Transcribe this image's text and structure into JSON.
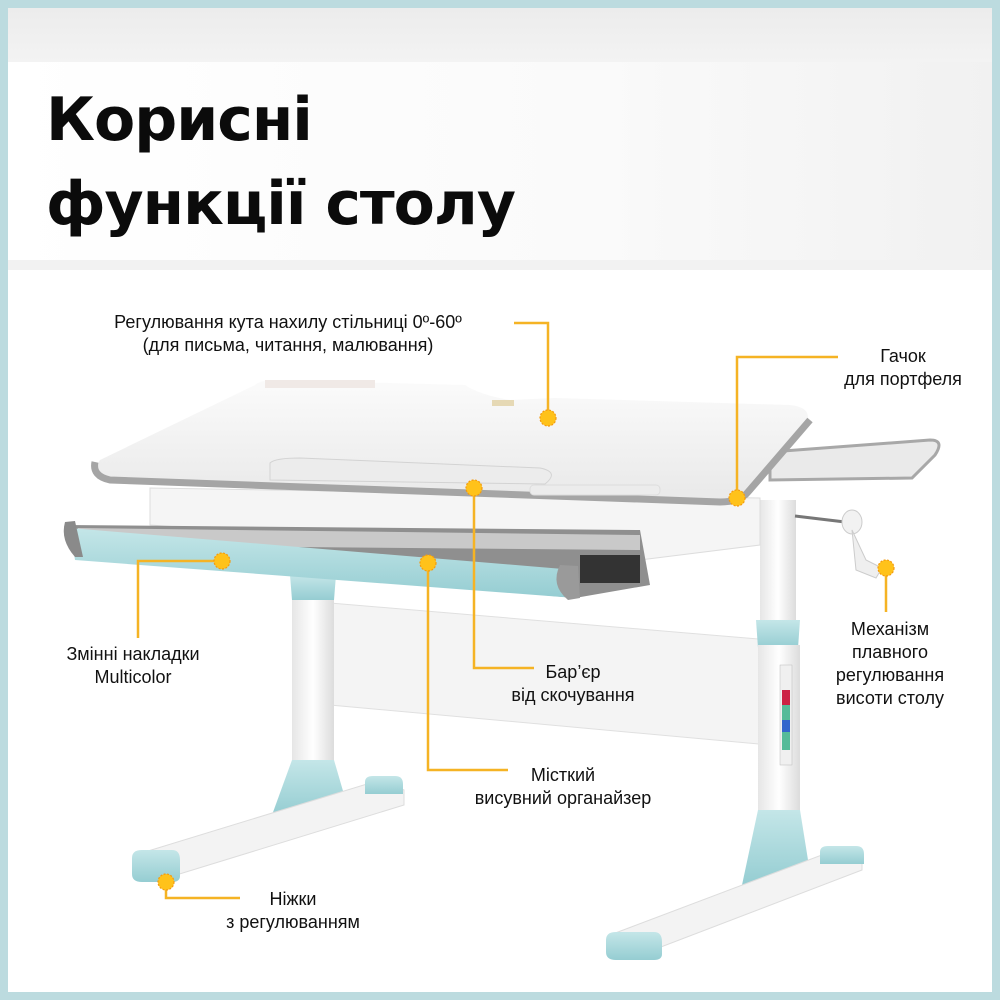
{
  "title": {
    "line1": "Корисні",
    "line2": "функції столу"
  },
  "callouts": {
    "tilt": {
      "line1": "Регулювання кута нахилу стільниці 0º-60º",
      "line2": "(для письма, читання, малювання)"
    },
    "hook": {
      "line1": "Гачок",
      "line2": "для портфеля"
    },
    "height_mechanism": {
      "line1": "Механізм",
      "line2": "плавного",
      "line3": "регулювання",
      "line4": "висоти столу"
    },
    "overlays": {
      "line1": "Змінні накладки",
      "line2": "Multicolor"
    },
    "barrier": {
      "line1": "Бар’єр",
      "line2": "від скочування"
    },
    "organizer": {
      "line1": "Місткий",
      "line2": "висувний органайзер"
    },
    "feet": {
      "line1": "Ніжки",
      "line2": "з регулюванням"
    }
  },
  "colors": {
    "border": "#bcdbdf",
    "accent_line": "#f5b324",
    "marker": "#ffc21a",
    "desk_blue": "#a9d9dd",
    "desk_grey": "#9c9c9c",
    "text": "#111111"
  }
}
